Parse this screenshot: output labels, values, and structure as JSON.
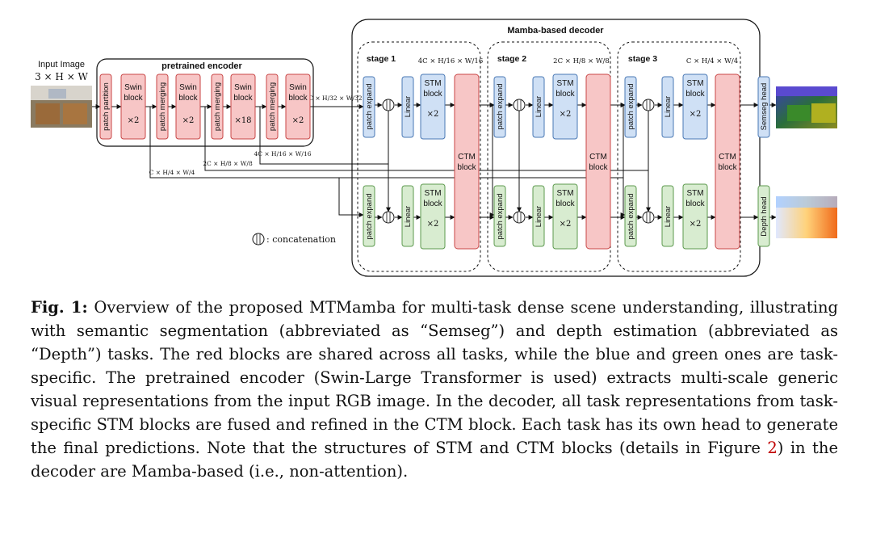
{
  "figure": {
    "input_label": "Input Image",
    "input_dims": "3 × H × W",
    "encoder_title": "pretrained encoder",
    "decoder_title": "Mamba-based decoder",
    "encoder_blocks": {
      "patch_partition": "patch partition",
      "swin_word1": "Swin",
      "swin_word2": "block",
      "patch_merging": "patch merging",
      "x2": "×2",
      "x18": "×18"
    },
    "stages": [
      {
        "title": "stage 1",
        "dim": "4C × H/16 × W/16"
      },
      {
        "title": "stage 2",
        "dim": "2C × H/8 × W/8"
      },
      {
        "title": "stage 3",
        "dim": "C × H/4 × W/4"
      }
    ],
    "skip_dims": {
      "d32": "8C × H/32 × W/32",
      "d16": "4C × H/16 × W/16",
      "d8": "2C × H/8 × W/8",
      "d4": "C × H/4 × W/4"
    },
    "decoder_blocks": {
      "patch_expand": "patch expand",
      "linear": "Linear",
      "stm1": "STM",
      "stm2": "block",
      "x2": "×2",
      "ctm1": "CTM",
      "ctm2": "block"
    },
    "heads": {
      "semseg": "Semseg head",
      "depth": "Depth head"
    },
    "legend": ": concatenation"
  },
  "caption": {
    "label": "Fig. 1:",
    "text_before_ref": " Overview of the proposed MTMamba for multi-task dense scene understanding, illustrating with semantic segmentation (abbreviated as “Semseg”) and depth estimation (abbreviated as “Depth”) tasks. The red blocks are shared across all tasks, while the blue and green ones are task-specific. The pretrained encoder (Swin-Large Transformer is used) extracts multi-scale generic visual representations from the input RGB image. In the decoder, all task representations from task-specific STM blocks are fused and refined in the CTM block. Each task has its own head to generate the final predictions. Note that the structures of STM and CTM blocks (details in Figure ",
    "ref": "2",
    "text_after_ref": ") in the decoder are Mamba-based (i.e., non-attention)."
  },
  "colors": {
    "red_fill": "#f7c6c6",
    "red_stroke": "#c84545",
    "blue_fill": "#cfe0f5",
    "blue_stroke": "#4a78b5",
    "green_fill": "#d8ecd0",
    "green_stroke": "#5d9a4e"
  }
}
